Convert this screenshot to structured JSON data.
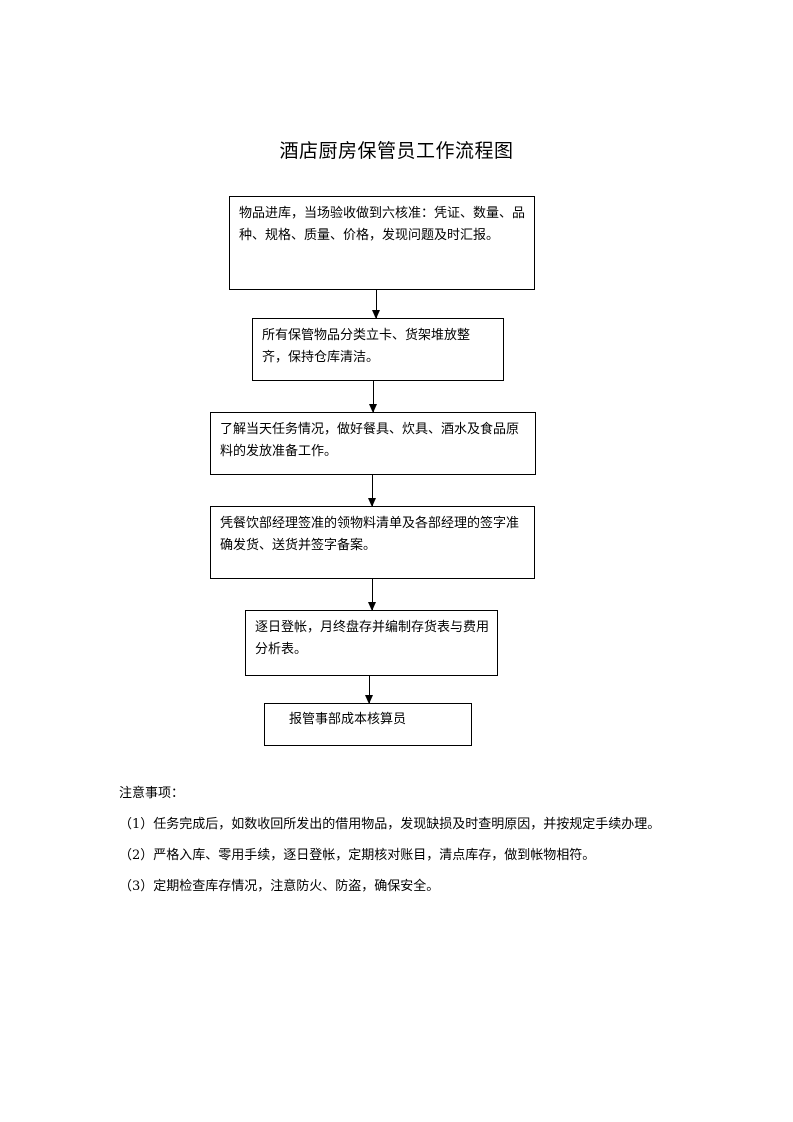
{
  "title": "酒店厨房保管员工作流程图",
  "flow": {
    "steps": [
      "物品进库，当场验收做到六核准：凭证、数量、品种、规格、质量、价格，发现问题及时汇报。",
      "所有保管物品分类立卡、货架堆放整齐，保持仓库清洁。",
      "了解当天任务情况，做好餐具、炊具、酒水及食品原料的发放准备工作。",
      "凭餐饮部经理签准的领物料清单及各部经理的签字准确发货、送货并签字备案。",
      "逐日登帐，月终盘存并编制存货表与费用分析表。",
      "报管事部成本核算员"
    ]
  },
  "notes": {
    "heading": "注意事项：",
    "items": [
      "（1）任务完成后，如数收回所发出的借用物品，发现缺损及时查明原因，并按规定手续办理。",
      "（2）严格入库、零用手续，逐日登帐，定期核对账目，清点库存，做到帐物相符。",
      "（3）定期检查库存情况，注意防火、防盗，确保安全。"
    ]
  }
}
